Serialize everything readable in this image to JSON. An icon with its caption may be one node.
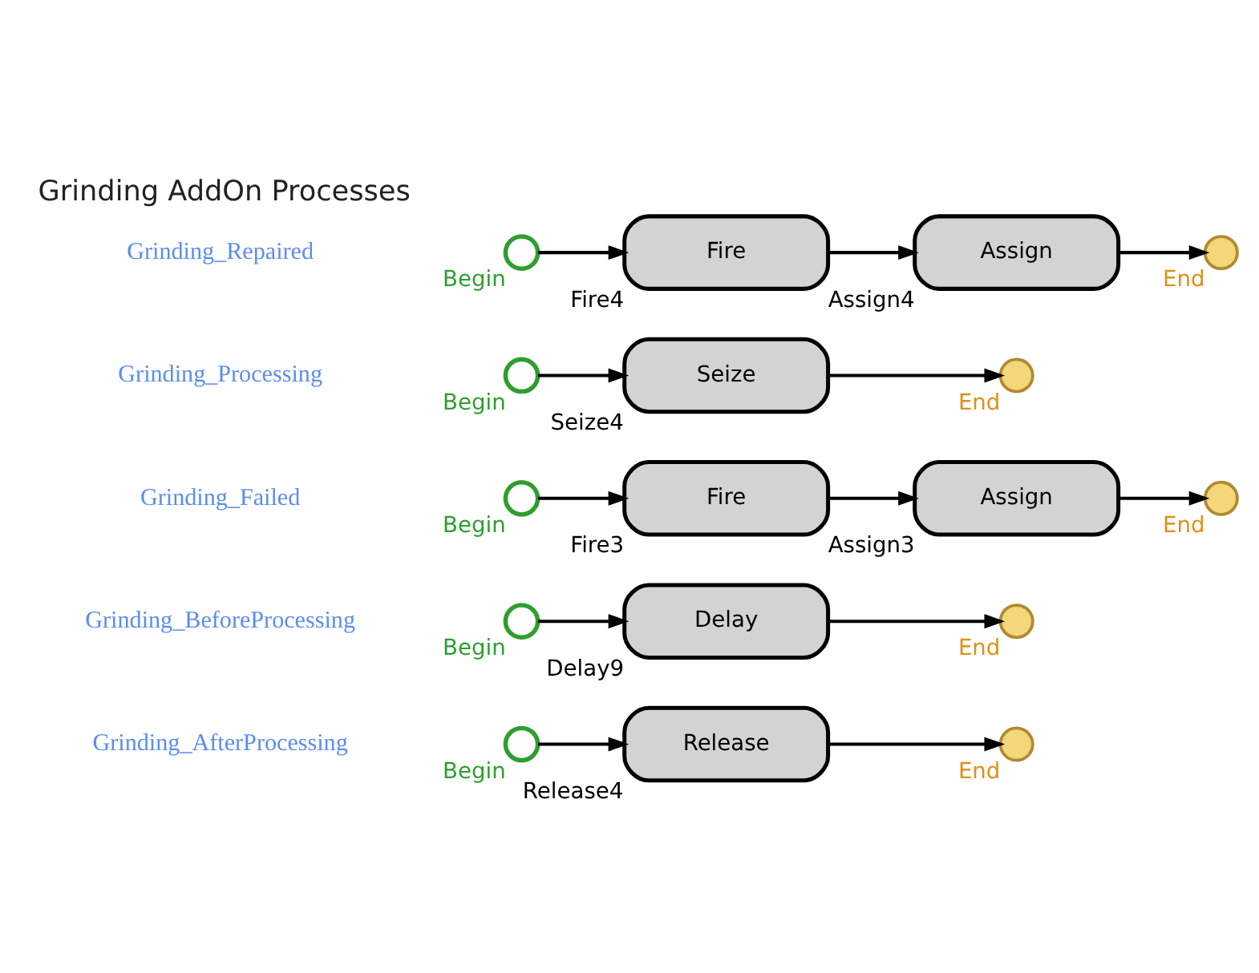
{
  "diagram": {
    "title": "Grinding AddOn Processes",
    "nodes": [
      {
        "text": [
          "Begin"
        ]
      },
      {
        "text": [
          "Release4",
          "Release"
        ]
      },
      {
        "text": [
          "End"
        ]
      },
      {
        "text": [
          "Begin"
        ]
      },
      {
        "text": [
          "Delay9",
          "Delay"
        ]
      },
      {
        "text": [
          "End"
        ]
      },
      {
        "text": [
          "Begin"
        ]
      },
      {
        "text": [
          "Fire3",
          "Fire"
        ]
      },
      {
        "text": [
          "Assign3",
          "Assign"
        ]
      },
      {
        "text": [
          "End"
        ]
      },
      {
        "text": [
          "Begin"
        ]
      },
      {
        "text": [
          "Seize4",
          "Seize"
        ]
      },
      {
        "text": [
          "End"
        ]
      },
      {
        "text": [
          "Begin"
        ]
      },
      {
        "text": [
          "Fire4",
          "Fire"
        ]
      },
      {
        "text": [
          "Assign4",
          "Assign"
        ]
      },
      {
        "text": [
          "End"
        ]
      }
    ],
    "edges": [
      {
        "from": 0,
        "to": 1,
        "arrow": "to"
      },
      {
        "from": 1,
        "to": 2,
        "arrow": "to"
      },
      {
        "from": 3,
        "to": 4,
        "arrow": "to"
      },
      {
        "from": 4,
        "to": 5,
        "arrow": "to"
      },
      {
        "from": 6,
        "to": 7,
        "arrow": "to"
      },
      {
        "from": 7,
        "to": 8,
        "arrow": "to"
      },
      {
        "from": 8,
        "to": 9,
        "arrow": "to"
      },
      {
        "from": 10,
        "to": 11,
        "arrow": "to"
      },
      {
        "from": 11,
        "to": 12,
        "arrow": "to"
      },
      {
        "from": 13,
        "to": 14,
        "arrow": "to"
      },
      {
        "from": 14,
        "to": 15,
        "arrow": "to"
      },
      {
        "from": 15,
        "to": 16,
        "arrow": "to"
      }
    ],
    "labels": [
      "Grinding_AfterProcessing",
      "Grinding_BeforeProcessing",
      "Grinding_Failed",
      "Grinding_Processing",
      "Grinding_Repaired"
    ]
  }
}
